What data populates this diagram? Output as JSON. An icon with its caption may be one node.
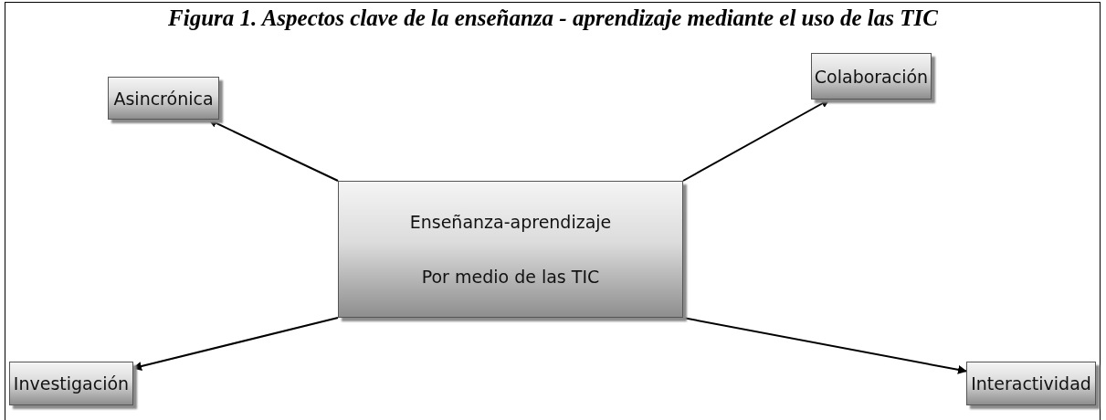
{
  "diagram": {
    "title": "Figura 1. Aspectos clave de la enseñanza - aprendizaje mediante el uso de las TIC",
    "nodes": [
      {
        "text": [
          "Asincrónica"
        ]
      },
      {
        "text": [
          "Colaboración"
        ]
      },
      {
        "text": [
          "Enseñanza-aprendizaje",
          "Por medio de las TIC"
        ]
      },
      {
        "text": [
          "Investigación"
        ]
      },
      {
        "text": [
          "Interactividad"
        ]
      }
    ],
    "edges": [
      {
        "from": 2,
        "to": 0,
        "arrow": "to"
      },
      {
        "from": 2,
        "to": 1,
        "arrow": "to"
      },
      {
        "from": 2,
        "to": 3,
        "arrow": "to"
      },
      {
        "from": 2,
        "to": 4,
        "arrow": "to"
      }
    ]
  }
}
